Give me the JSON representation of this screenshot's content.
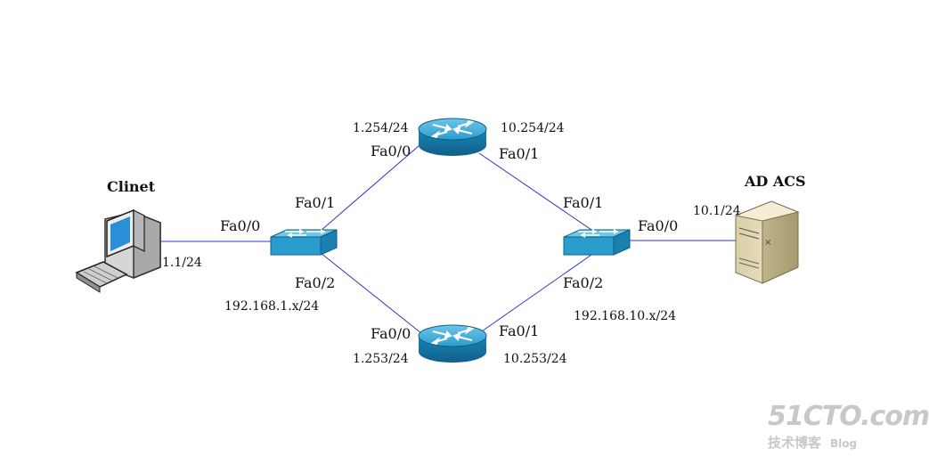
{
  "devices": {
    "client": {
      "label": "Clinet",
      "ip": "1.1/24",
      "port": "Fa0/0"
    },
    "server": {
      "label": "AD ACS",
      "ip": "10.1/24"
    },
    "switch_left": {
      "port_up": "Fa0/1",
      "port_down": "Fa0/2",
      "subnet": "192.168.1.x/24"
    },
    "switch_right": {
      "port_up": "Fa0/1",
      "port_down": "Fa0/2",
      "port_server": "Fa0/0",
      "subnet": "192.168.10.x/24"
    },
    "router_top": {
      "port_left": "Fa0/0",
      "port_right": "Fa0/1",
      "ip_left": "1.254/24",
      "ip_right": "10.254/24"
    },
    "router_bottom": {
      "port_left": "Fa0/0",
      "port_right": "Fa0/1",
      "ip_left": "1.253/24",
      "ip_right": "10.253/24"
    }
  },
  "colors": {
    "link": "#2a35c8",
    "router": "#1f8fbe",
    "switch": "#2f9fd0"
  },
  "icons": [
    "desktop-computer-icon",
    "router-icon",
    "switch-icon",
    "server-tower-icon"
  ],
  "watermark": {
    "line1": "51CTO.com",
    "line2": "技术博客",
    "line3": "Blog"
  }
}
